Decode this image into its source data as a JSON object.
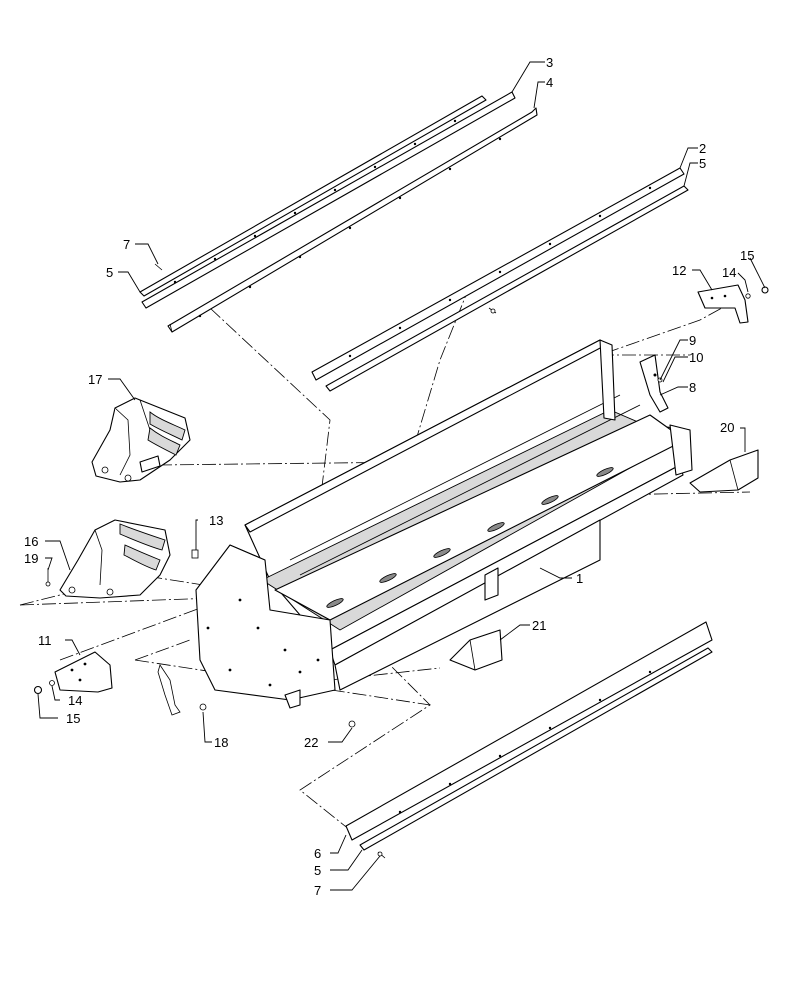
{
  "callouts": {
    "c1": "1",
    "c2": "2",
    "c3": "3",
    "c4": "4",
    "c5a": "5",
    "c5b": "5",
    "c5c": "5",
    "c6": "6",
    "c7a": "7",
    "c7b": "7",
    "c8": "8",
    "c9": "9",
    "c10": "10",
    "c11": "11",
    "c12": "12",
    "c13": "13",
    "c14a": "14",
    "c14b": "14",
    "c15a": "15",
    "c15b": "15",
    "c16": "16",
    "c17": "17",
    "c18": "18",
    "c19": "19",
    "c20": "20",
    "c21": "21",
    "c22": "22"
  }
}
